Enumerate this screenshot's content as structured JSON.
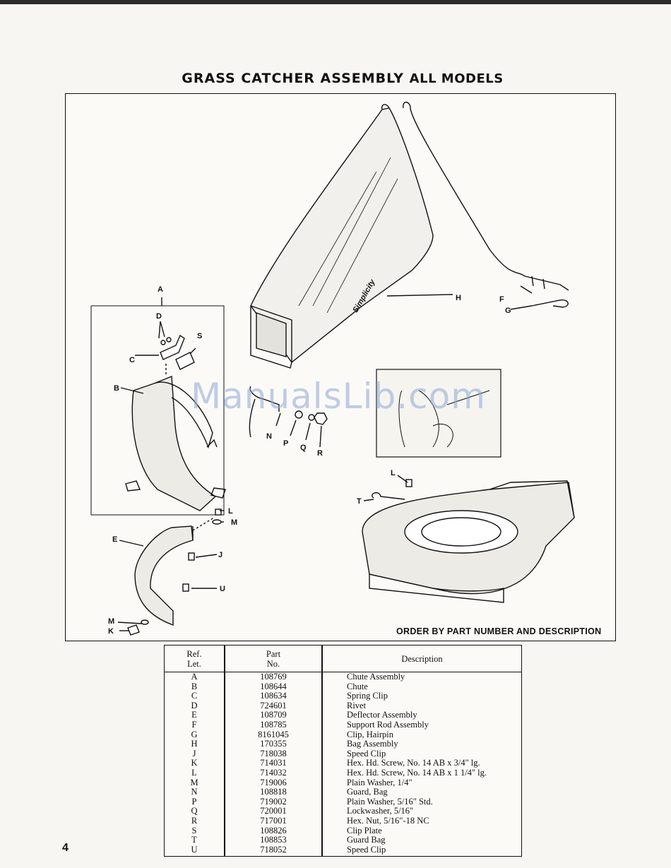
{
  "header": {
    "title": "GRASS CATCHER ASSEMBLY",
    "subtitle": "ALL MODELS"
  },
  "diagram": {
    "brand": "Simplicity",
    "labels": {
      "A": "A",
      "B": "B",
      "C": "C",
      "D": "D",
      "E": "E",
      "F": "F",
      "G": "G",
      "H": "H",
      "J": "J",
      "K": "K",
      "L1": "L",
      "L2": "L",
      "M1": "M",
      "M2": "M",
      "N": "N",
      "P": "P",
      "Q": "Q",
      "R": "R",
      "S": "S",
      "T": "T",
      "U": "U"
    },
    "order_note": "ORDER BY PART NUMBER AND DESCRIPTION"
  },
  "watermark": "ManualsLib.com",
  "table": {
    "headers": {
      "ref": [
        "Ref.",
        "Let."
      ],
      "part": [
        "Part",
        "No."
      ],
      "desc": "Description"
    },
    "rows": [
      {
        "ref": "A",
        "part": "108769",
        "desc": "Chute Assembly"
      },
      {
        "ref": "B",
        "part": "108644",
        "desc": "Chute"
      },
      {
        "ref": "C",
        "part": "108634",
        "desc": "Spring Clip"
      },
      {
        "ref": "D",
        "part": "724601",
        "desc": "Rivet"
      },
      {
        "ref": "E",
        "part": "108709",
        "desc": "Deflector Assembly"
      },
      {
        "ref": "F",
        "part": "108785",
        "desc": "Support Rod Assembly"
      },
      {
        "ref": "G",
        "part": "8161045",
        "desc": "Clip, Hairpin"
      },
      {
        "ref": "H",
        "part": "170355",
        "desc": "Bag Assembly"
      },
      {
        "ref": "J",
        "part": "718038",
        "desc": "Speed Clip"
      },
      {
        "ref": "K",
        "part": "714031",
        "desc": "Hex. Hd. Screw, No. 14 AB x 3/4\" lg."
      },
      {
        "ref": "L",
        "part": "714032",
        "desc": "Hex. Hd. Screw, No. 14 AB x 1 1/4\" lg."
      },
      {
        "ref": "M",
        "part": "719006",
        "desc": "Plain Washer, 1/4\""
      },
      {
        "ref": "N",
        "part": "108818",
        "desc": "Guard, Bag"
      },
      {
        "ref": "P",
        "part": "719002",
        "desc": "Plain Washer, 5/16\" Std."
      },
      {
        "ref": "Q",
        "part": "720001",
        "desc": "Lockwasher, 5/16\""
      },
      {
        "ref": "R",
        "part": "717001",
        "desc": "Hex. Nut, 5/16\"-18 NC"
      },
      {
        "ref": "S",
        "part": "108826",
        "desc": "Clip Plate"
      },
      {
        "ref": "T",
        "part": "108853",
        "desc": "Guard Bag"
      },
      {
        "ref": "U",
        "part": "718052",
        "desc": "Speed Clip"
      }
    ]
  },
  "page_number": "4"
}
